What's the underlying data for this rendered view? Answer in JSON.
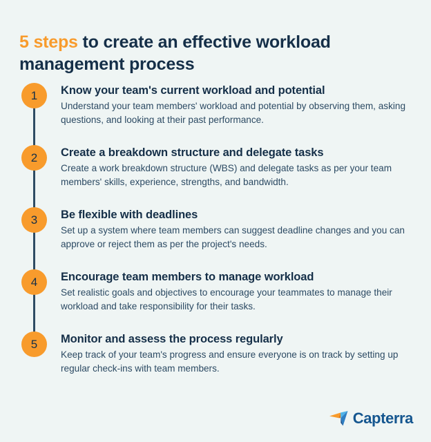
{
  "background_color": "#eff5f4",
  "accent_color": "#f89b2c",
  "heading_color": "#152f48",
  "body_color": "#2c4a63",
  "connector_color": "#2e4b63",
  "heading": {
    "accent_text": "5 steps",
    "rest_text": " to create an effective workload management process"
  },
  "steps": [
    {
      "number": "1",
      "title": "Know your team's current workload and potential",
      "description": "Understand your team members' workload and potential by observing them, asking questions, and looking at their past performance."
    },
    {
      "number": "2",
      "title": "Create a breakdown structure and delegate tasks",
      "description": "Create a work breakdown structure (WBS) and delegate tasks as per your team members' skills, experience, strengths, and bandwidth."
    },
    {
      "number": "3",
      "title": "Be flexible with deadlines",
      "description": "Set up a system where team members can suggest deadline changes and you can approve or reject them as per the project's needs."
    },
    {
      "number": "4",
      "title": "Encourage team members to manage workload",
      "description": "Set realistic goals and objectives to encourage your teammates to manage their workload and take responsibility for their tasks."
    },
    {
      "number": "5",
      "title": "Monitor and assess the process regularly",
      "description": "Keep track of your team's progress and ensure everyone is on track by setting up regular check-ins with team members."
    }
  ],
  "footer": {
    "brand_name": "Capterra",
    "logo_icon": "capterra-paper-plane-icon",
    "logo_orange": "#f89b2c",
    "logo_blue_light": "#2e9ad6",
    "logo_blue_dark": "#1b4f8a",
    "brand_color": "#15568f"
  }
}
